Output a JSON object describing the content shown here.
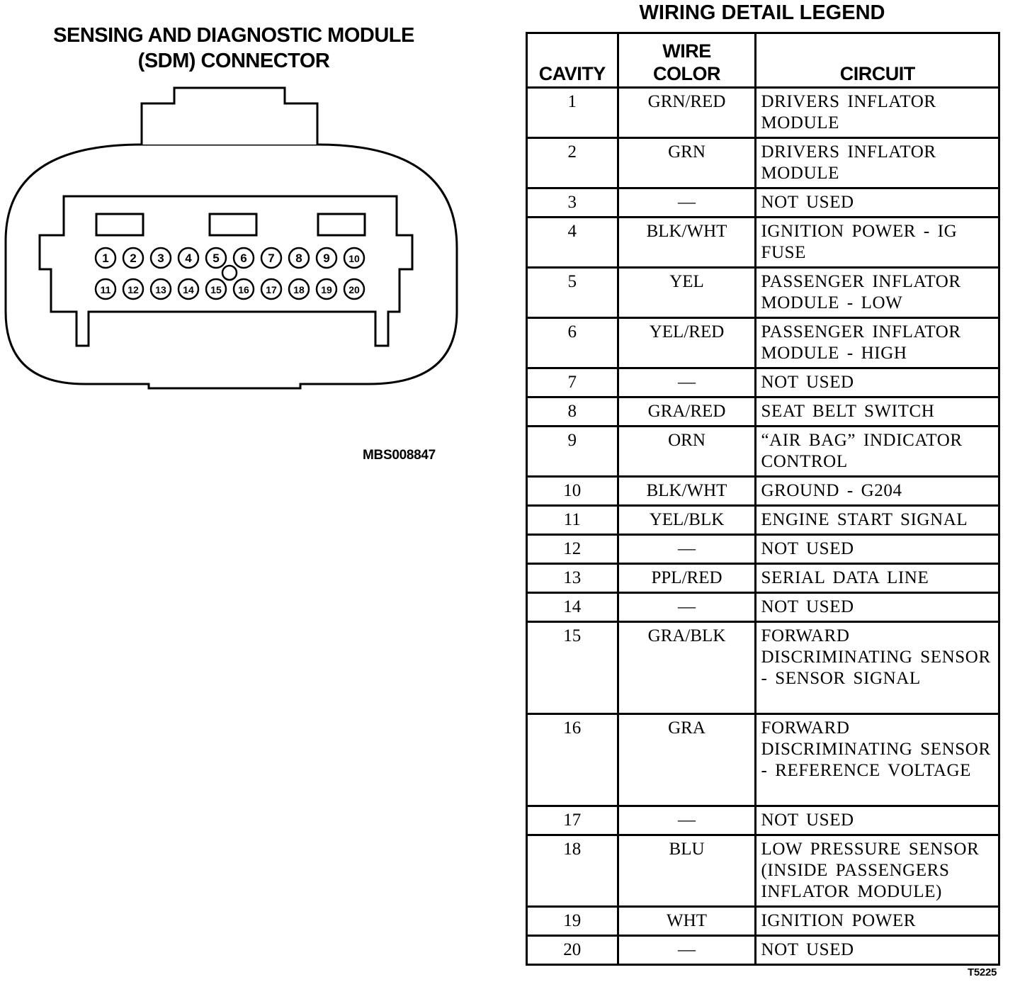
{
  "connector": {
    "title_line1": "SENSING AND DIAGNOSTIC MODULE",
    "title_line2": "(SDM) CONNECTOR",
    "top_row": [
      "1",
      "2",
      "3",
      "4",
      "5",
      "6",
      "7",
      "8",
      "9",
      "10"
    ],
    "bottom_row": [
      "11",
      "12",
      "13",
      "14",
      "15",
      "16",
      "17",
      "18",
      "19",
      "20"
    ],
    "figure_code": "MBS008847"
  },
  "legend": {
    "title": "WIRING DETAIL LEGEND",
    "headers": {
      "cavity": "CAVITY",
      "wire_color_line1": "WIRE",
      "wire_color_line2": "COLOR",
      "circuit": "CIRCUIT"
    },
    "rows": [
      {
        "cavity": "1",
        "color": "GRN/RED",
        "circuit": "DRIVERS INFLATOR MODULE"
      },
      {
        "cavity": "2",
        "color": "GRN",
        "circuit": "DRIVERS INFLATOR MODULE"
      },
      {
        "cavity": "3",
        "color": "—",
        "circuit": "NOT USED"
      },
      {
        "cavity": "4",
        "color": "BLK/WHT",
        "circuit": "IGNITION POWER - IG FUSE"
      },
      {
        "cavity": "5",
        "color": "YEL",
        "circuit": "PASSENGER INFLATOR MODULE - LOW"
      },
      {
        "cavity": "6",
        "color": "YEL/RED",
        "circuit": "PASSENGER INFLATOR MODULE - HIGH"
      },
      {
        "cavity": "7",
        "color": "—",
        "circuit": "NOT USED"
      },
      {
        "cavity": "8",
        "color": "GRA/RED",
        "circuit": "SEAT BELT SWITCH"
      },
      {
        "cavity": "9",
        "color": "ORN",
        "circuit": "“AIR BAG” INDICATOR CONTROL"
      },
      {
        "cavity": "10",
        "color": "BLK/WHT",
        "circuit": "GROUND - G204"
      },
      {
        "cavity": "11",
        "color": "YEL/BLK",
        "circuit": "ENGINE START SIGNAL"
      },
      {
        "cavity": "12",
        "color": "—",
        "circuit": "NOT USED"
      },
      {
        "cavity": "13",
        "color": "PPL/RED",
        "circuit": "SERIAL DATA LINE"
      },
      {
        "cavity": "14",
        "color": "—",
        "circuit": "NOT USED"
      },
      {
        "cavity": "15",
        "color": "GRA/BLK",
        "circuit": "FORWARD DISCRIMINATING SENSOR - SENSOR SIGNAL"
      },
      {
        "cavity": "16",
        "color": "GRA",
        "circuit": "FORWARD DISCRIMINATING SENSOR - REFERENCE VOLTAGE"
      },
      {
        "cavity": "17",
        "color": "—",
        "circuit": "NOT USED"
      },
      {
        "cavity": "18",
        "color": "BLU",
        "circuit": "LOW PRESSURE SENSOR (INSIDE PASSENGERS INFLATOR MODULE)"
      },
      {
        "cavity": "19",
        "color": "WHT",
        "circuit": "IGNITION POWER"
      },
      {
        "cavity": "20",
        "color": "—",
        "circuit": "NOT USED"
      }
    ],
    "sheet_code": "T5225"
  }
}
